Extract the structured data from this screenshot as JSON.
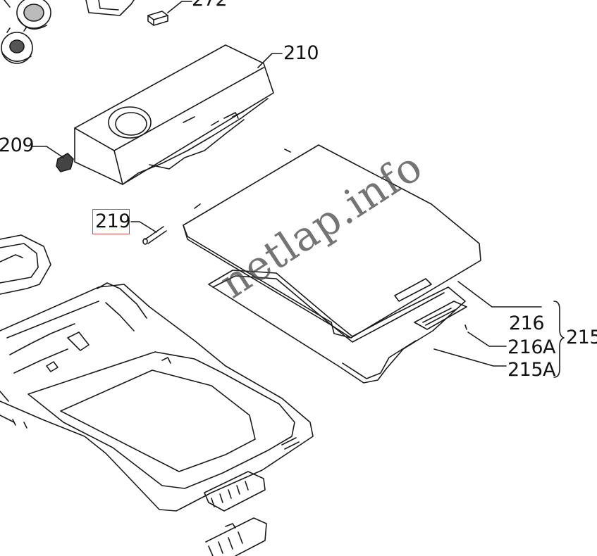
{
  "diagram": {
    "callouts": [
      {
        "id": "272",
        "text": "272"
      },
      {
        "id": "210",
        "text": "210"
      },
      {
        "id": "209",
        "text": "209"
      },
      {
        "id": "219",
        "text": "219",
        "highlighted": true
      },
      {
        "id": "216",
        "text": "216"
      },
      {
        "id": "216A",
        "text": "216A"
      },
      {
        "id": "215A",
        "text": "215A"
      },
      {
        "id": "215",
        "text": "215"
      }
    ],
    "highlight_color": "#d14a4a",
    "watermark": "netlap.info"
  }
}
